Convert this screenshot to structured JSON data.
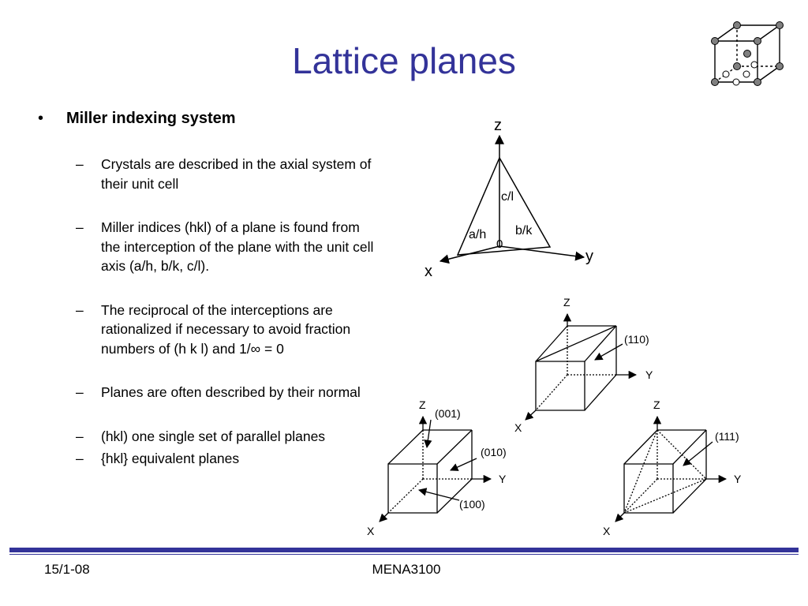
{
  "slide": {
    "title": "Lattice planes",
    "bullets": {
      "main": "Miller indexing system",
      "items": [
        "Crystals are described in the axial system of their unit cell",
        "Miller indices (hkl) of a plane is found from the interception of the plane with the unit cell axis (a/h, b/k, c/l).",
        "The reciprocal of the interceptions are rationalized if necessary to avoid fraction numbers of (h k l) and 1/∞ = 0",
        "Planes are often described by their normal",
        "(hkl) one single set of parallel planes",
        "{hkl} equivalent planes"
      ]
    },
    "bullet_mark": "•",
    "dash_mark": "–"
  },
  "diagram_axes": {
    "z": "z",
    "y": "y",
    "x": "x",
    "c_l": "c/l",
    "b_k": "b/k",
    "a_h": "a/h",
    "origin": "0"
  },
  "cube_110": {
    "z": "Z",
    "y": "Y",
    "x": "X",
    "plane": "(110)"
  },
  "cube_low": {
    "z": "Z",
    "y": "Y",
    "x": "X",
    "p001": "(001)",
    "p010": "(010)",
    "p100": "(100)"
  },
  "cube_111": {
    "z": "Z",
    "y": "Y",
    "x": "X",
    "plane": "(111)"
  },
  "footer": {
    "date": "15/1-08",
    "course": "MENA3100"
  },
  "colors": {
    "accent": "#333399",
    "atom": "#808080"
  },
  "icons": {
    "logo": "crystal-unit-cell-icon"
  }
}
